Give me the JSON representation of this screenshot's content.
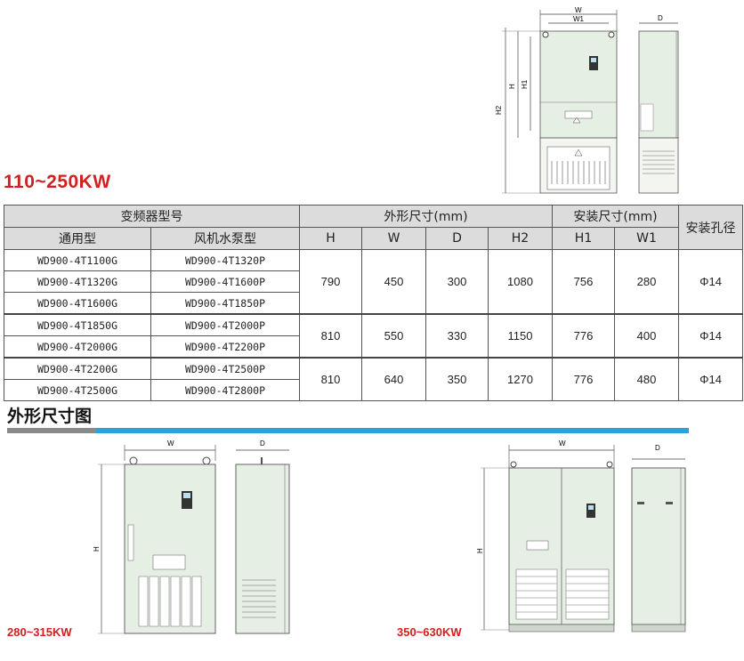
{
  "top_drawing": {
    "labels": {
      "w": "W",
      "w1": "W1",
      "d": "D",
      "h": "H",
      "h1": "H1",
      "h2": "H2"
    }
  },
  "range_title": "110~250KW",
  "table": {
    "group_headers": {
      "model": "变频器型号",
      "outer": "外形尺寸(mm)",
      "install": "安装尺寸(mm)",
      "hole": "安装孔径"
    },
    "sub_headers": {
      "general": "通用型",
      "fan_pump": "风机水泵型",
      "h": "H",
      "w": "W",
      "d": "D",
      "h2": "H2",
      "h1": "H1",
      "w1": "W1"
    },
    "rows": [
      {
        "general": "WD900-4T1100G",
        "fan_pump": "WD900-4T1320P"
      },
      {
        "general": "WD900-4T1320G",
        "fan_pump": "WD900-4T1600P"
      },
      {
        "general": "WD900-4T1600G",
        "fan_pump": "WD900-4T1850P"
      },
      {
        "general": "WD900-4T1850G",
        "fan_pump": "WD900-4T2000P"
      },
      {
        "general": "WD900-4T2000G",
        "fan_pump": "WD900-4T2200P"
      },
      {
        "general": "WD900-4T2200G",
        "fan_pump": "WD900-4T2500P"
      },
      {
        "general": "WD900-4T2500G",
        "fan_pump": "WD900-4T2800P"
      }
    ],
    "groups": [
      {
        "h": "790",
        "w": "450",
        "d": "300",
        "h2": "1080",
        "h1": "756",
        "w1": "280",
        "hole": "Φ14"
      },
      {
        "h": "810",
        "w": "550",
        "d": "330",
        "h2": "1150",
        "h1": "776",
        "w1": "400",
        "hole": "Φ14"
      },
      {
        "h": "810",
        "w": "640",
        "d": "350",
        "h2": "1270",
        "h1": "776",
        "w1": "480",
        "hole": "Φ14"
      }
    ]
  },
  "section_title": "外形尺寸图",
  "bottom_left": {
    "label": "280~315KW",
    "w": "W",
    "d": "D",
    "h": "H"
  },
  "bottom_right": {
    "label": "350~630KW",
    "w": "W",
    "d": "D",
    "h": "H"
  },
  "colors": {
    "accent_red": "#d21f1f",
    "divider_blue": "#29a3d9",
    "cabinet": "#e6efe3"
  }
}
